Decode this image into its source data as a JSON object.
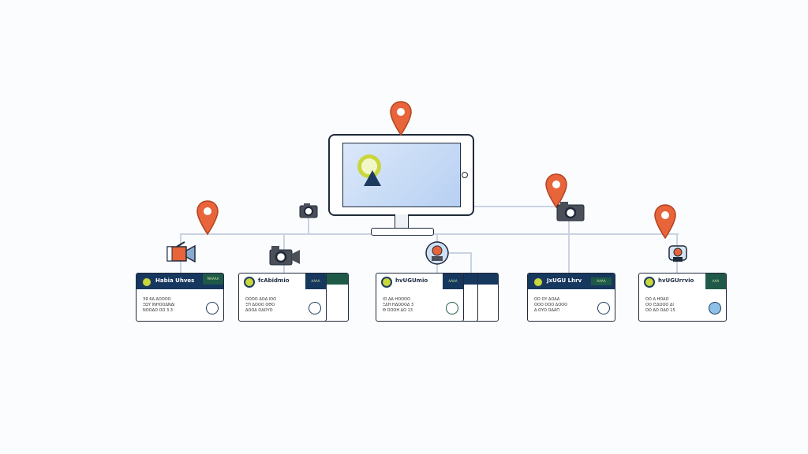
{
  "colors": {
    "pin": "#e8643a",
    "line": "#c9d4e2",
    "card_border": "#1f2a3a",
    "header_dark": "#16375e",
    "tag": "#1f5a48",
    "screen": "#c8dcf5"
  },
  "icons": [
    "location-pin-icon",
    "monitor-icon",
    "video-camera-icon",
    "camera-icon",
    "user-avatar-icon",
    "light-bulb-icon"
  ],
  "cards": [
    {
      "title": "Habia Uhves",
      "tag": "MAAAA",
      "lines": "ЗЯ 6Δ ΔΟΟΟΟ\nΞΩΥ ΙΝΗΟΟΔΝΔΙ\nΝΟΟΔΟ ΟΟ 3.3"
    },
    {
      "title": "fcAbidmio",
      "tag": "AAAA",
      "lines": "ΟΟΟΟ ΔΟΔ ΙΟΟ\nΞΠ ΔΟΟΟ ΟΘΟ\nΔΟΟΔ ΟΔΟΥΟ"
    },
    {
      "title": "hvUGUmio",
      "tag": "AAAA",
      "lines": "ΙΟ ΔΔ ΗΟΟΟΟ\nΞΔΗ ΗΔΟΟΟΔ 3\nΘ ΟΟΟΗ ΔΟ 13"
    },
    {
      "title": "JxUGU Lhrv",
      "tag": "AAAA",
      "lines": "ΟΟ ΟΥ ΔΟΔΔ\nΟΟΟ ΟΟΟ ΔΟΟΟ\nΔ ΟΥΟ ΟΔΑΠ"
    },
    {
      "title": "hvUGUrrvio",
      "tag": "AAA",
      "lines": "ΟΟ Δ ΗΟΔΟ\nΟΟ ΙΞΔΟΟΟ ΔΙ\nΟΟ ΔΟ ΟΔΟ 15"
    }
  ]
}
